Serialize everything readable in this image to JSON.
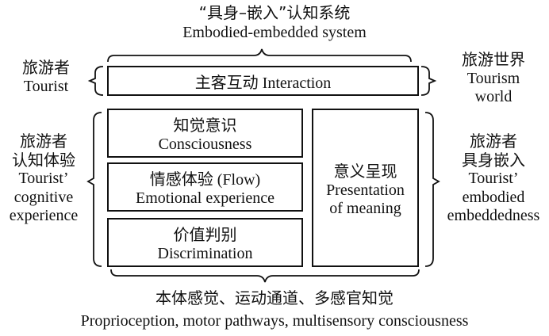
{
  "title": {
    "cn": "“具身–嵌入”认知系统",
    "en": "Embodied-embedded system"
  },
  "left_labels": [
    {
      "cn": [
        "旅游者"
      ],
      "en": [
        "Tourist"
      ]
    },
    {
      "cn": [
        "旅游者",
        "认知体验"
      ],
      "en": [
        "Tourist’",
        "cognitive",
        "experience"
      ]
    }
  ],
  "right_labels": [
    {
      "cn": [
        "旅游世界"
      ],
      "en": [
        "Tourism",
        "world"
      ]
    },
    {
      "cn": [
        "旅游者",
        "具身嵌入"
      ],
      "en": [
        "Tourist’",
        "embodied",
        "embeddedness"
      ]
    }
  ],
  "boxes": {
    "interaction": {
      "text": "主客互动 Interaction"
    },
    "consciousness": {
      "cn": "知觉意识",
      "en": "Consciousness"
    },
    "emotional": {
      "cn": "情感体验 (Flow)",
      "en": "Emotional experience"
    },
    "discrimination": {
      "cn": "价值判别",
      "en": "Discrimination"
    },
    "meaning": {
      "cn": "意义呈现",
      "en": [
        "Presentation",
        "of meaning"
      ]
    }
  },
  "bottom": {
    "cn": "本体感觉、运动通道、多感官知觉",
    "en": "Proprioception, motor pathways, multisensory consciousness"
  }
}
